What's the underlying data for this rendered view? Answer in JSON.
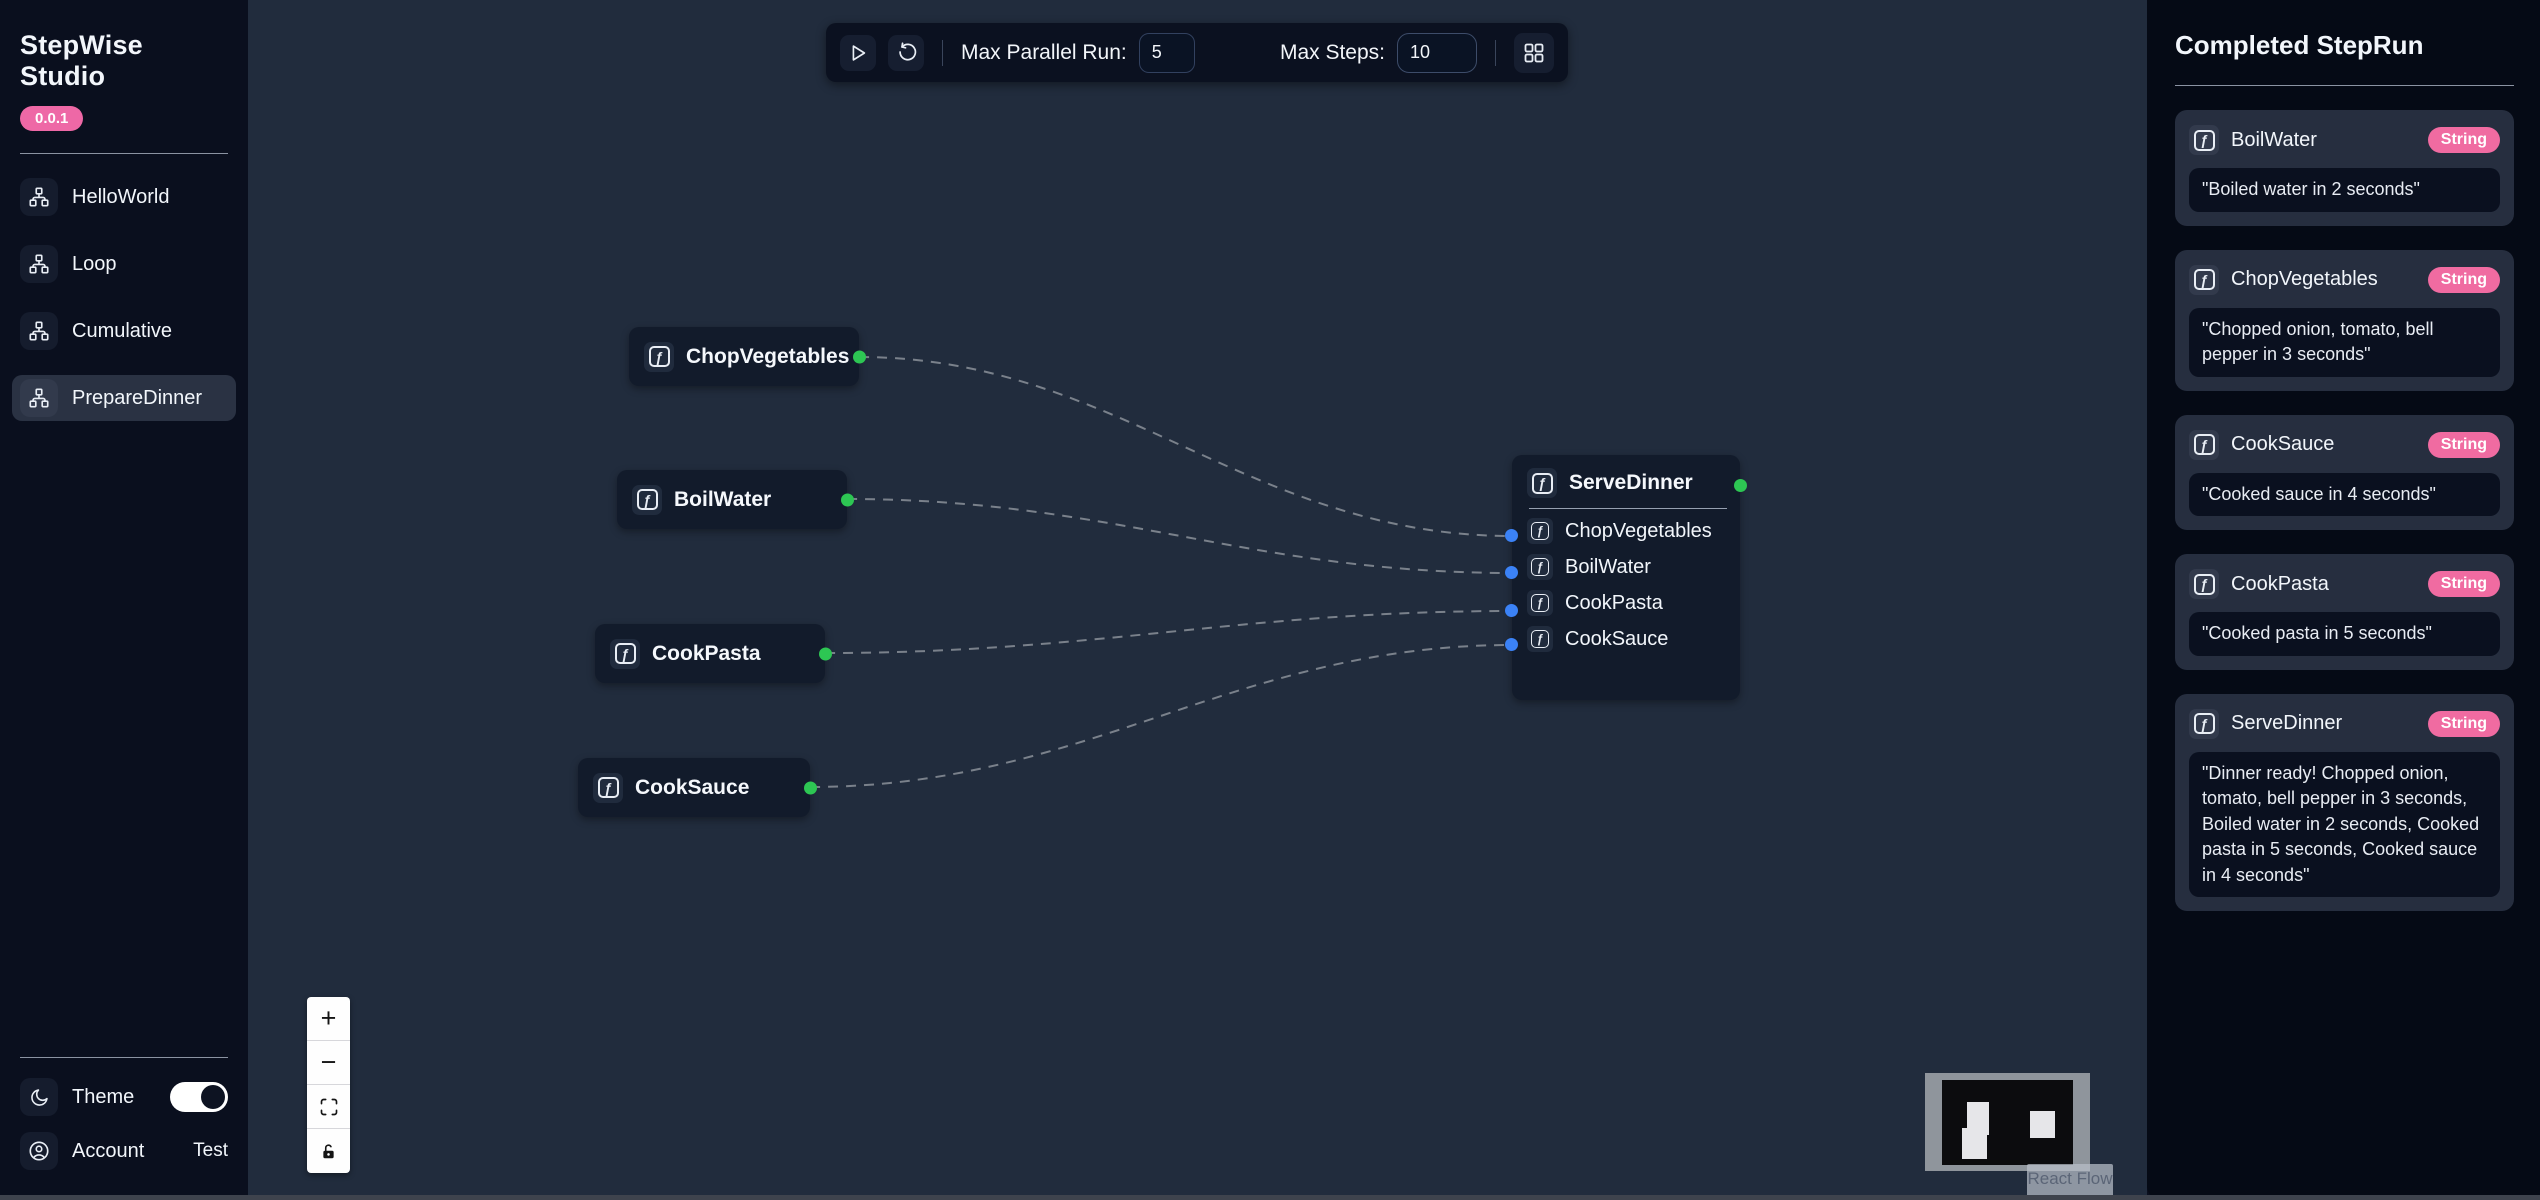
{
  "sidebar": {
    "title": "StepWise Studio",
    "version": "0.0.1",
    "items": [
      {
        "label": "HelloWorld"
      },
      {
        "label": "Loop"
      },
      {
        "label": "Cumulative"
      },
      {
        "label": "PrepareDinner"
      }
    ],
    "active_item": "PrepareDinner",
    "theme_label": "Theme",
    "account_label": "Account",
    "account_value": "Test"
  },
  "toolbar": {
    "max_parallel_label": "Max Parallel Run:",
    "max_parallel_value": "5",
    "max_steps_label": "Max Steps:",
    "max_steps_value": "10"
  },
  "canvas": {
    "nodes": [
      {
        "name": "ChopVegetables"
      },
      {
        "name": "BoilWater"
      },
      {
        "name": "CookPasta"
      },
      {
        "name": "CookSauce"
      }
    ],
    "serve_dinner": {
      "name": "ServeDinner",
      "inputs": [
        {
          "name": "ChopVegetables"
        },
        {
          "name": "BoilWater"
        },
        {
          "name": "CookPasta"
        },
        {
          "name": "CookSauce"
        }
      ]
    },
    "zoom_controls": {
      "zoom_in": "+",
      "zoom_out": "−"
    },
    "attribution": "React Flow"
  },
  "right_panel": {
    "title": "Completed StepRun",
    "cards": [
      {
        "name": "BoilWater",
        "type": "String",
        "result": "\"Boiled water in 2 seconds\""
      },
      {
        "name": "ChopVegetables",
        "type": "String",
        "result": "\"Chopped onion, tomato, bell pepper in 3 seconds\""
      },
      {
        "name": "CookSauce",
        "type": "String",
        "result": "\"Cooked sauce in 4 seconds\""
      },
      {
        "name": "CookPasta",
        "type": "String",
        "result": "\"Cooked pasta in 5 seconds\""
      },
      {
        "name": "ServeDinner",
        "type": "String",
        "result": "\"Dinner ready! Chopped onion, tomato, bell pepper in 3 seconds, Boiled water in 2 seconds, Cooked pasta in 5 seconds, Cooked sauce in 4 seconds\""
      }
    ]
  },
  "colors": {
    "accent_pink": "#ee68a6",
    "handle_green": "#2dc653",
    "handle_blue": "#3b82f6",
    "canvas_bg": "#212c3d",
    "panel_bg": "#050a15"
  }
}
